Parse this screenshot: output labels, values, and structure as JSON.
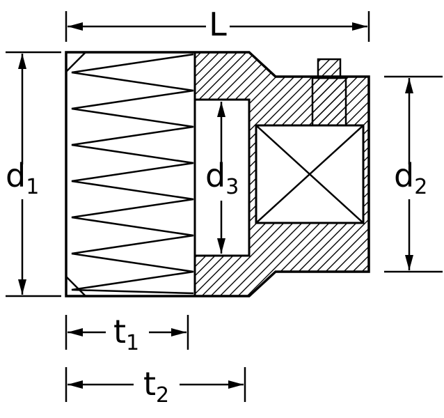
{
  "diagram": {
    "colors": {
      "line": "#000000",
      "background": "#ffffff"
    },
    "labels": {
      "L": {
        "main": "L",
        "sub": ""
      },
      "d1": {
        "main": "d",
        "sub": "1"
      },
      "d2": {
        "main": "d",
        "sub": "2"
      },
      "d3": {
        "main": "d",
        "sub": "3"
      },
      "t1": {
        "main": "t",
        "sub": "1"
      },
      "t2": {
        "main": "t",
        "sub": "2"
      }
    }
  }
}
